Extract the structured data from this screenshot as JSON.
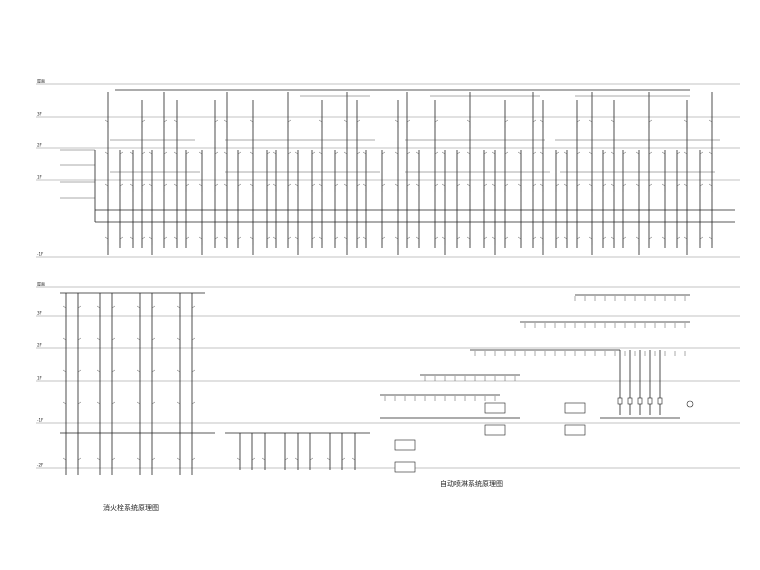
{
  "diagram": {
    "floor_levels_top": [
      "屋面",
      "3F",
      "2F",
      "1F",
      "-1F"
    ],
    "floor_levels_bottom": [
      "屋面",
      "3F",
      "2F",
      "1F",
      "-1F",
      "-2F"
    ],
    "titles": {
      "hydrant_system": "消火栓系统原理图",
      "sprinkler_system": "自动喷淋系统原理图"
    }
  }
}
